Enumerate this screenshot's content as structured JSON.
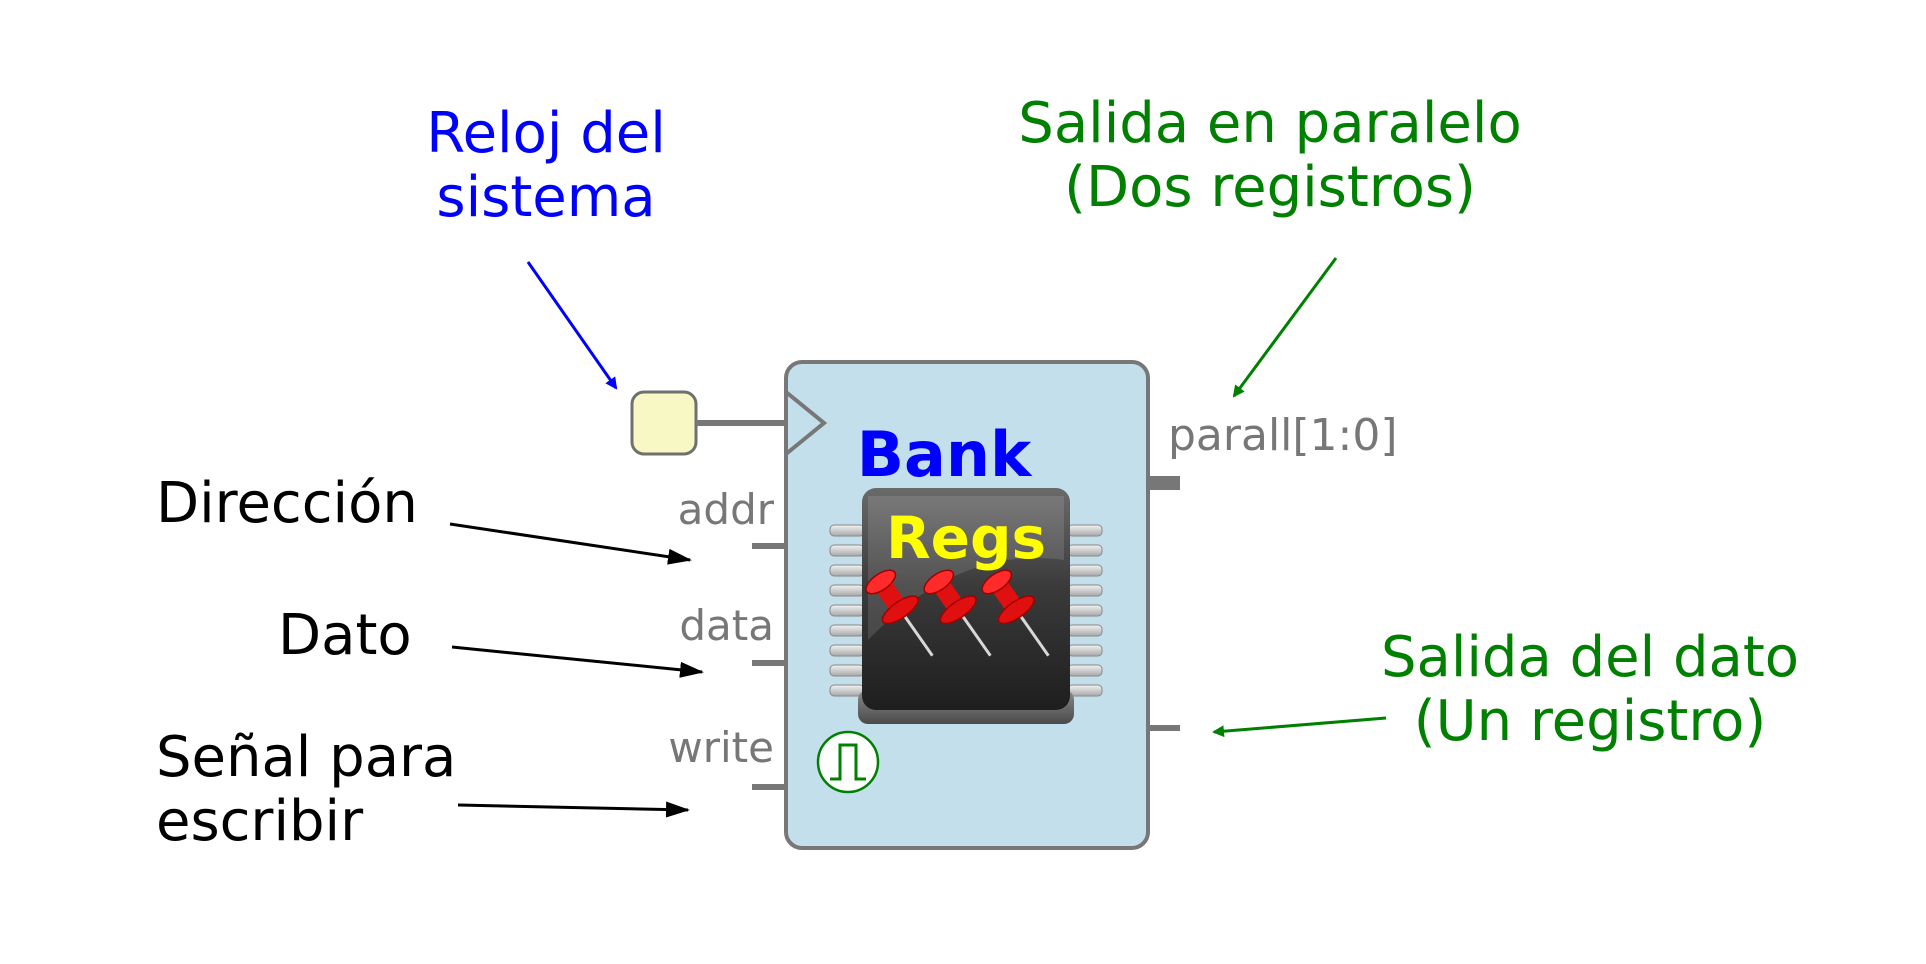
{
  "annotations": {
    "clock": {
      "line1": "Reloj del",
      "line2": "sistema",
      "color": "#0000ff"
    },
    "parallel_out": {
      "line1": "Salida en paralelo",
      "line2": "(Dos registros)",
      "color": "#008000"
    },
    "address": {
      "label": "Dirección",
      "color": "#000000"
    },
    "data": {
      "label": "Dato",
      "color": "#000000"
    },
    "write": {
      "line1": "Señal para",
      "line2": "escribir",
      "color": "#000000"
    },
    "data_out": {
      "line1": "Salida del dato",
      "line2": "(Un registro)",
      "color": "#008000"
    }
  },
  "block": {
    "title": "Bank",
    "chip_label": "Regs",
    "title_color": "#0000ff",
    "chip_label_color": "#ffff00",
    "fill": "#c2dfeb",
    "border": "#777777"
  },
  "ports": {
    "addr": "addr",
    "data": "data",
    "write": "write",
    "parall": "parall[1:0]"
  },
  "icons": [
    "clock-input-icon",
    "chip-icon",
    "pushpin-icon",
    "pulse-icon"
  ]
}
